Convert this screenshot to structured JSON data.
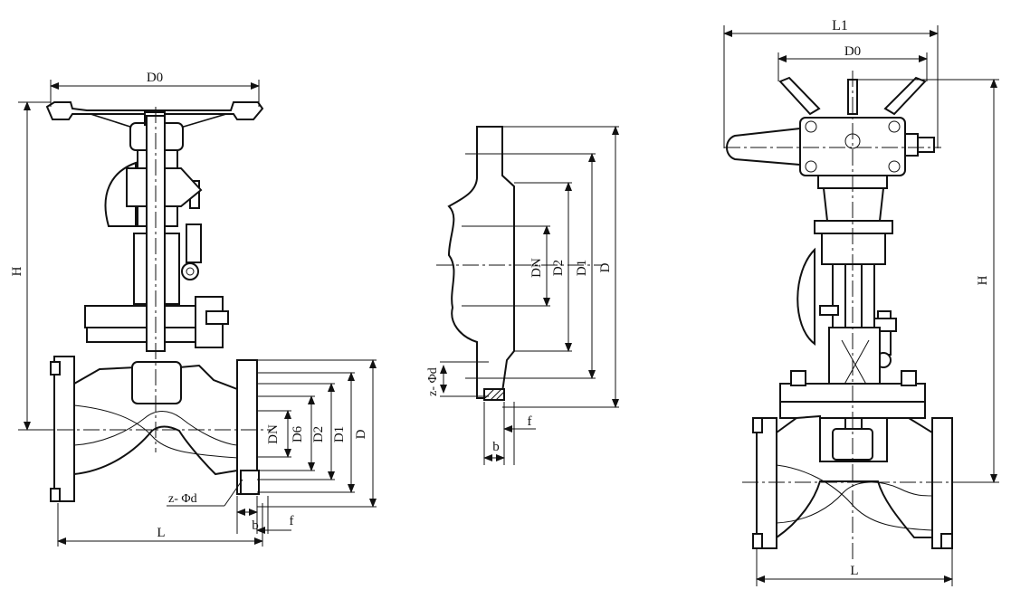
{
  "figures": {
    "manual_valve": {
      "labels": {
        "handwheel_diameter": "D0",
        "height": "H",
        "length": "L",
        "nominal_diameter": "DN",
        "d6": "D6",
        "d2": "D2",
        "d1": "D1",
        "flange_diameter": "D",
        "bolt_holes": "z- Φd",
        "flange_thickness": "b",
        "raised_face": "f"
      }
    },
    "flange_detail": {
      "labels": {
        "nominal_diameter": "DN",
        "d2": "D2",
        "d1": "D1",
        "flange_diameter": "D",
        "bolt_holes": "z- Φd",
        "flange_thickness": "b",
        "raised_face": "f"
      }
    },
    "electric_valve": {
      "labels": {
        "overall_width": "L1",
        "handwheel_diameter": "D0",
        "height": "H",
        "length": "L"
      }
    }
  }
}
